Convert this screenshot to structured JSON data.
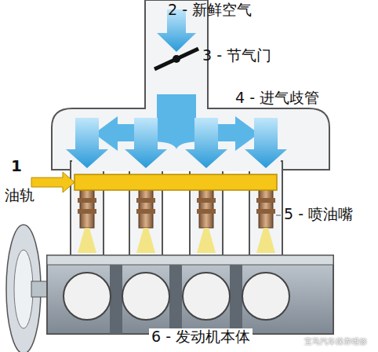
{
  "diagram": {
    "labels": [
      "2 - 新鲜空气",
      "3 - 节气门",
      "4 - 进气歧管",
      "1",
      "油轨",
      "5 - 喷油嘴",
      "6 - 发动机本体",
      "宝马汽车保养维修"
    ]
  }
}
